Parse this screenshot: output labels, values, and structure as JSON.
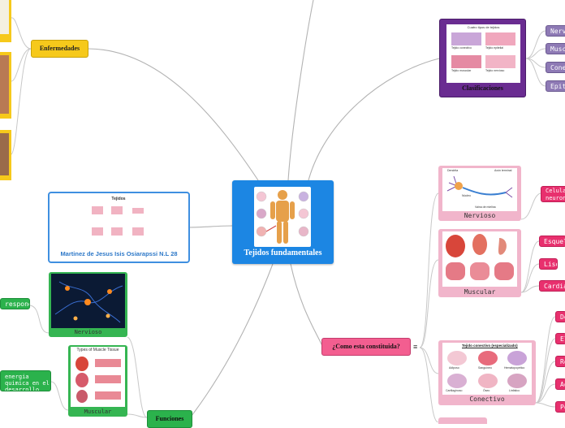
{
  "central": {
    "title": "Tejidos fundamentales"
  },
  "author_card": {
    "name": "Martinez de Jesus Isis Osiarapssi N.L 28",
    "img_title": "Tejidos"
  },
  "enfermedades": {
    "label": "Enfermedades"
  },
  "clasificaciones": {
    "label": "Clasificaciones",
    "img_title": "Cuatro tipos de tejidos",
    "img_labels": [
      "Tejido conectivo",
      "Tejido epitelial",
      "Tejido muscular",
      "Tejido nervioso"
    ],
    "children": [
      "Nervioso",
      "Muscular",
      "Conectivo",
      "Epitelial"
    ]
  },
  "constituida": {
    "label": "¿Como esta constituida?",
    "nervioso": {
      "label": "Nervioso",
      "child": "Celulas neuronas",
      "img_labels": [
        "Dendrita",
        "Axón terminal",
        "Núcleo",
        "Vaina de mielina"
      ]
    },
    "muscular": {
      "label": "Muscular",
      "children": [
        "Esqueletico",
        "Liso",
        "Cardiaco"
      ]
    },
    "conectivo": {
      "label": "Conectivo",
      "img_title": "Tejido conectivo (especializado)",
      "img_labels": [
        "Adiposo",
        "Sanguíneo",
        "Hematopoyético",
        "Cartilaginoso",
        "Óseo",
        "Linfático"
      ],
      "children": [
        "De",
        "El",
        "Re",
        "Ad",
        "Pe"
      ]
    }
  },
  "funciones": {
    "label": "Funciones",
    "nervioso": {
      "label": "Nervioso",
      "text": "responde"
    },
    "muscular": {
      "label": "Muscular",
      "img_title": "Types of Muscle Tissue",
      "text": "energia quimica en el desarrollo"
    }
  },
  "colors": {
    "central": "#1c86e3",
    "enfermedades": "#f6c91b",
    "clasificaciones": "#6a2c91",
    "purple_pill": "#8e7ab5",
    "pink": "#e8306e",
    "funciones_green": "#2bb24c",
    "constituida": "#f35e90",
    "link": "#b3b3b3"
  }
}
